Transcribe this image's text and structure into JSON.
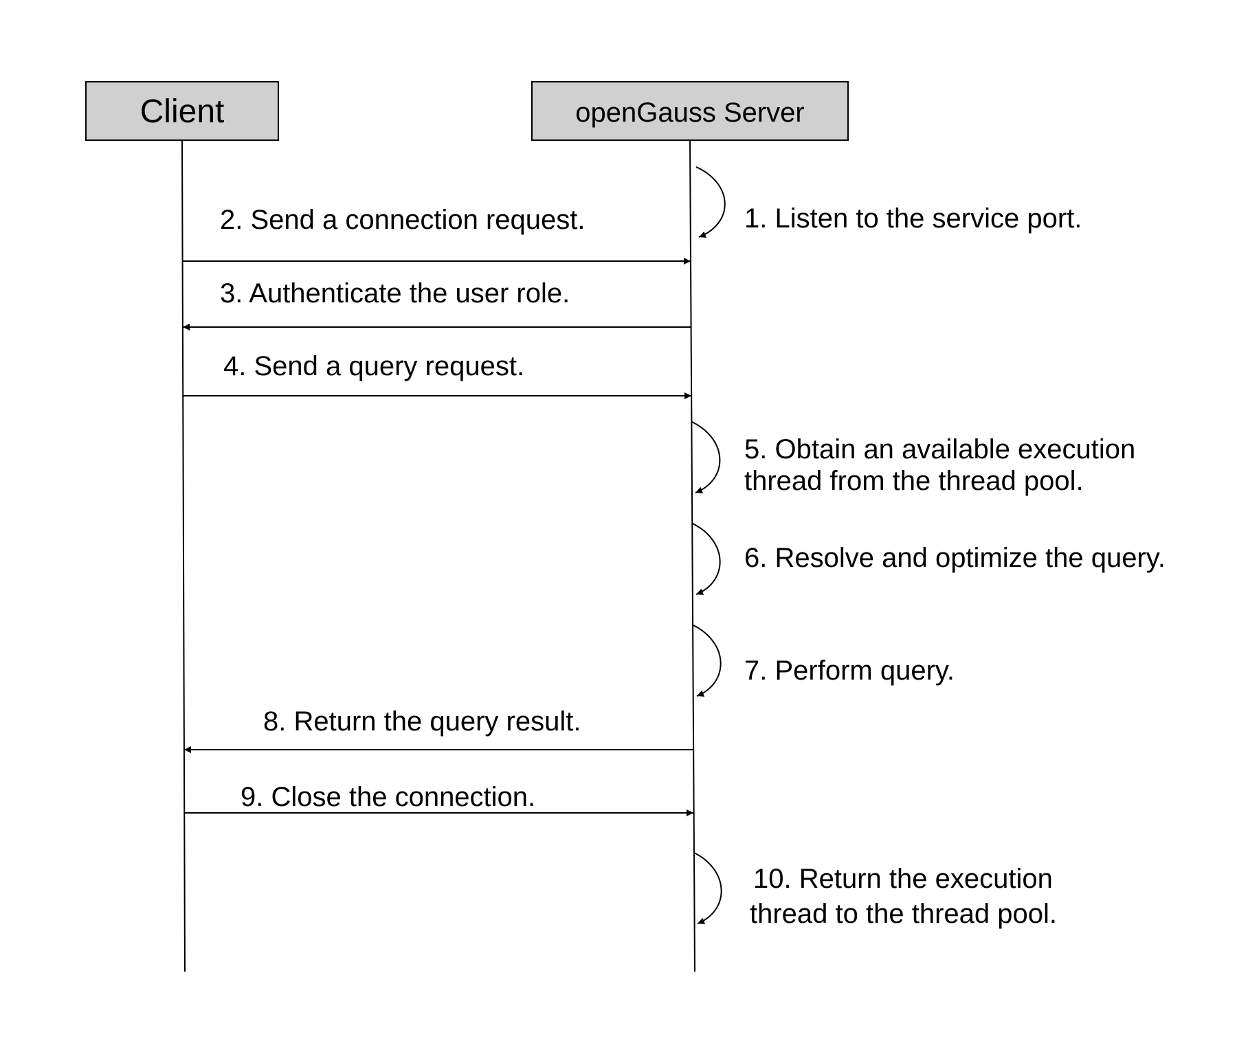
{
  "participants": {
    "client": "Client",
    "server": "openGauss Server"
  },
  "steps": {
    "s1": "1. Listen to the service port.",
    "s2": "2. Send a connection request.",
    "s3": "3. Authenticate the user role.",
    "s4": "4. Send a query request.",
    "s5_line1": "5. Obtain an available execution",
    "s5_line2": "thread from the thread pool.",
    "s6": "6. Resolve and optimize the query.",
    "s7": "7. Perform query.",
    "s8": "8. Return the query result.",
    "s9": "9. Close the connection.",
    "s10_line1": "10. Return the execution",
    "s10_line2": "thread to the thread pool."
  }
}
